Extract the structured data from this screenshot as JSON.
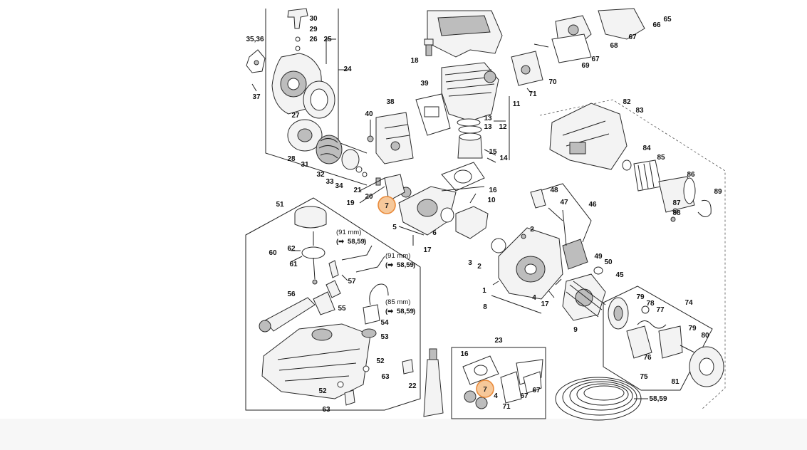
{
  "diagram": {
    "callouts": [
      "30",
      "29",
      "26",
      "25",
      "35,36",
      "24",
      "37",
      "27",
      "28",
      "31",
      "32",
      "33",
      "34",
      "18",
      "39",
      "38",
      "40",
      "21",
      "20",
      "19",
      "5",
      "6",
      "17",
      "16",
      "10",
      "15",
      "14",
      "13",
      "13",
      "12",
      "11",
      "71",
      "70",
      "69",
      "68",
      "67",
      "67",
      "66",
      "65",
      "82",
      "83",
      "84",
      "85",
      "86",
      "89",
      "87",
      "88",
      "48",
      "47",
      "46",
      "2",
      "3",
      "2",
      "1",
      "4",
      "8",
      "49",
      "50",
      "45",
      "17",
      "9",
      "51",
      "62",
      "60",
      "61",
      "57",
      "56",
      "55",
      "54",
      "53",
      "52",
      "52",
      "63",
      "63",
      "22",
      "23",
      "16",
      "4",
      "71",
      "67",
      "67",
      "74",
      "79",
      "78",
      "77",
      "79",
      "80",
      "76",
      "75",
      "81",
      "58,59"
    ],
    "dimension_notes": [
      {
        "size": "(91 mm)",
        "ref": "58,59"
      },
      {
        "size": "(91 mm)",
        "ref": "58,59"
      },
      {
        "size": "(85 mm)",
        "ref": "58,59"
      }
    ],
    "highlighted": [
      {
        "label": "7"
      },
      {
        "label": "7"
      }
    ],
    "colors": {
      "highlight_fill": "#f6c89a",
      "highlight_stroke": "#e98a3a"
    }
  }
}
